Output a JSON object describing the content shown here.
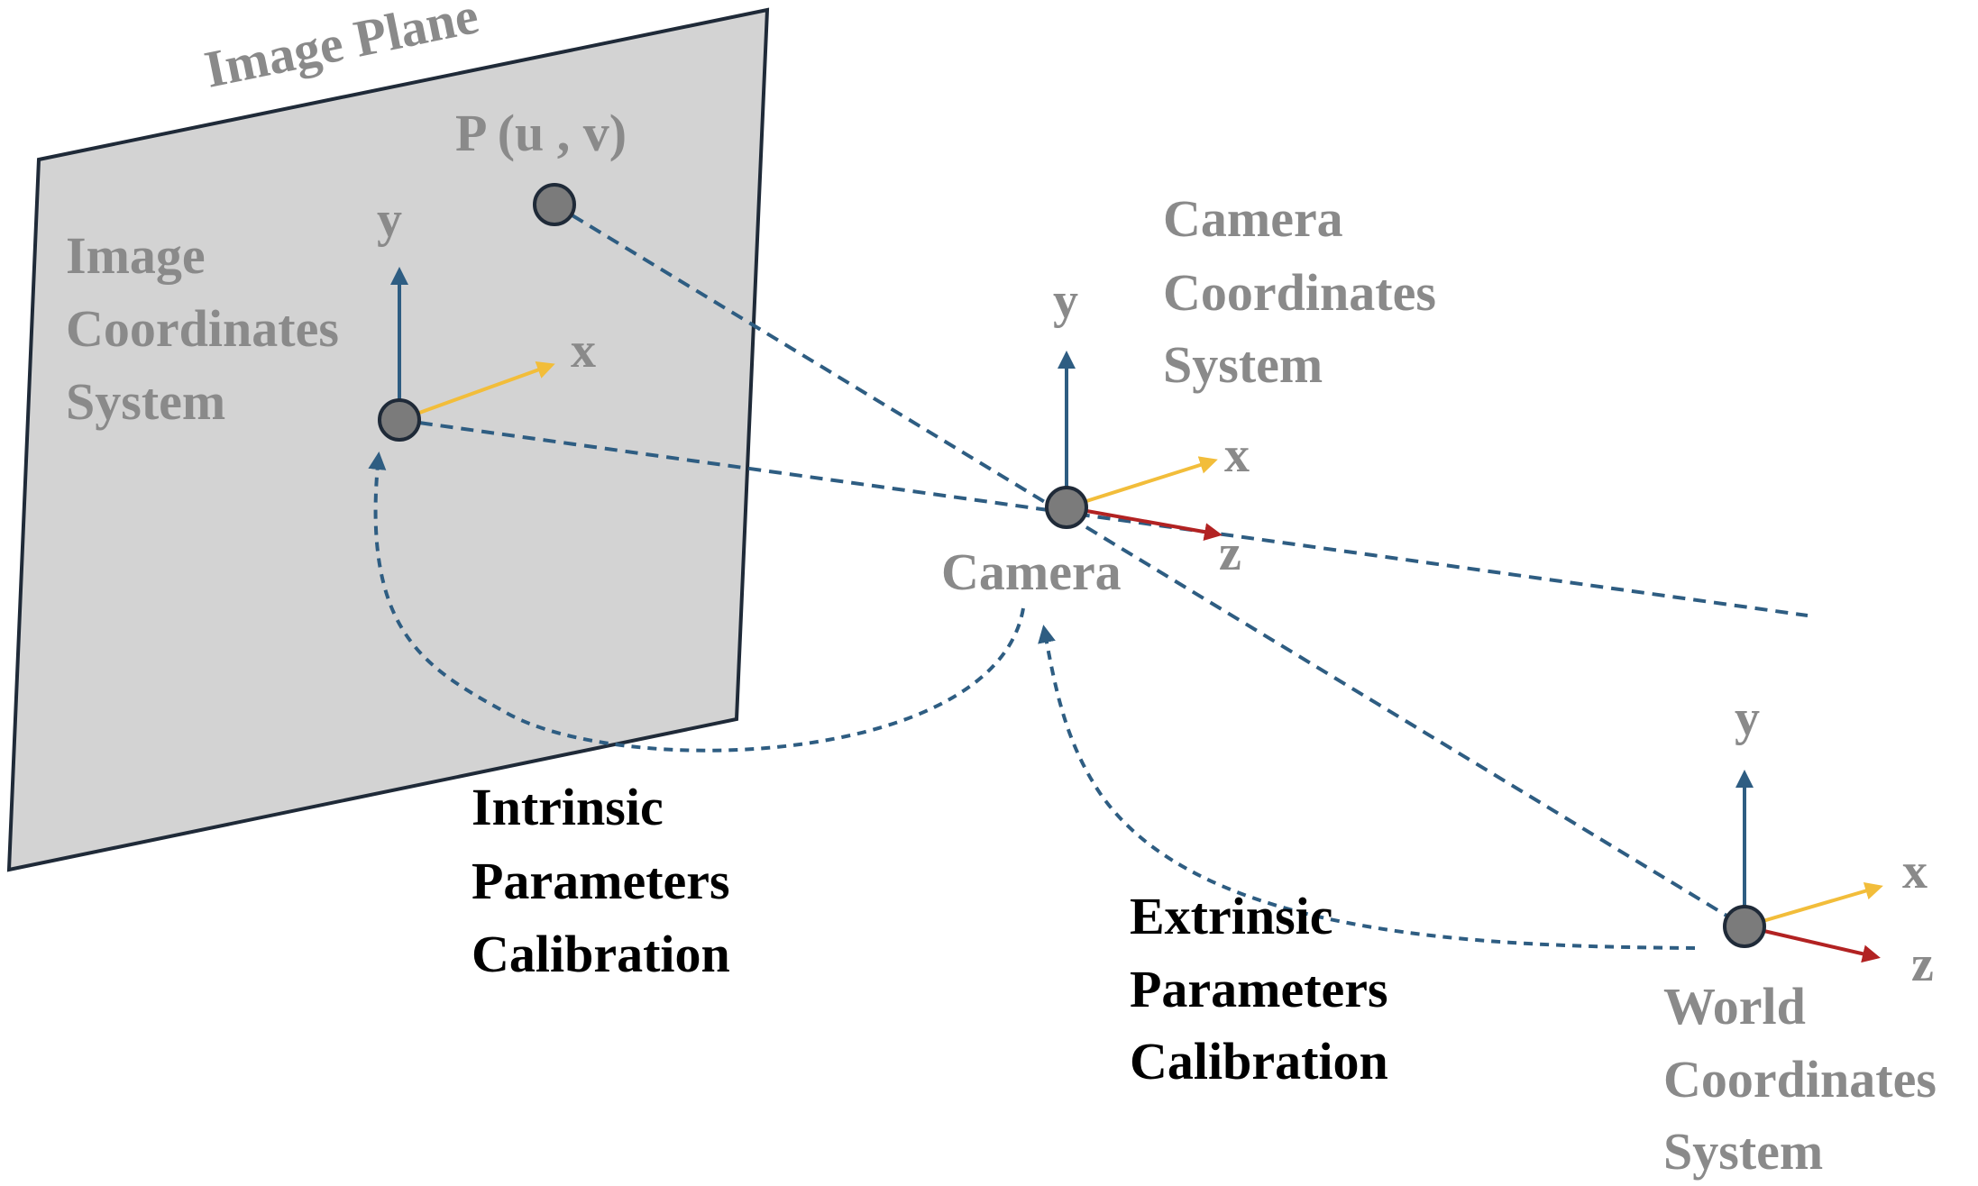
{
  "labels": {
    "image_plane": "Image Plane",
    "point": "P (u , v)",
    "image_cs": [
      "Image",
      "Coordinates",
      "System"
    ],
    "camera_cs": [
      "Camera",
      "Coordinates",
      "System"
    ],
    "camera": "Camera",
    "world_cs": [
      "World",
      "Coordinates",
      "System"
    ],
    "intrinsic": [
      "Intrinsic",
      "Parameters",
      "Calibration"
    ],
    "extrinsic": [
      "Extrinsic",
      "Parameters",
      "Calibration"
    ]
  },
  "axes": {
    "image": {
      "y": "y",
      "x": "x"
    },
    "camera": {
      "y": "y",
      "x": "x",
      "z": "z"
    },
    "world": {
      "y": "y",
      "x": "x",
      "z": "z"
    }
  },
  "colors": {
    "plane_fill": "#d3d3d3",
    "plane_stroke": "#1f2a38",
    "y_axis": "#2e5d82",
    "x_axis": "#f2bd3a",
    "z_axis": "#b22222",
    "dashed": "#2e5d82",
    "node_fill": "#7b7b7b",
    "node_stroke": "#1f2a38",
    "label_gray": "#8a8a8a",
    "label_black": "#000000"
  }
}
